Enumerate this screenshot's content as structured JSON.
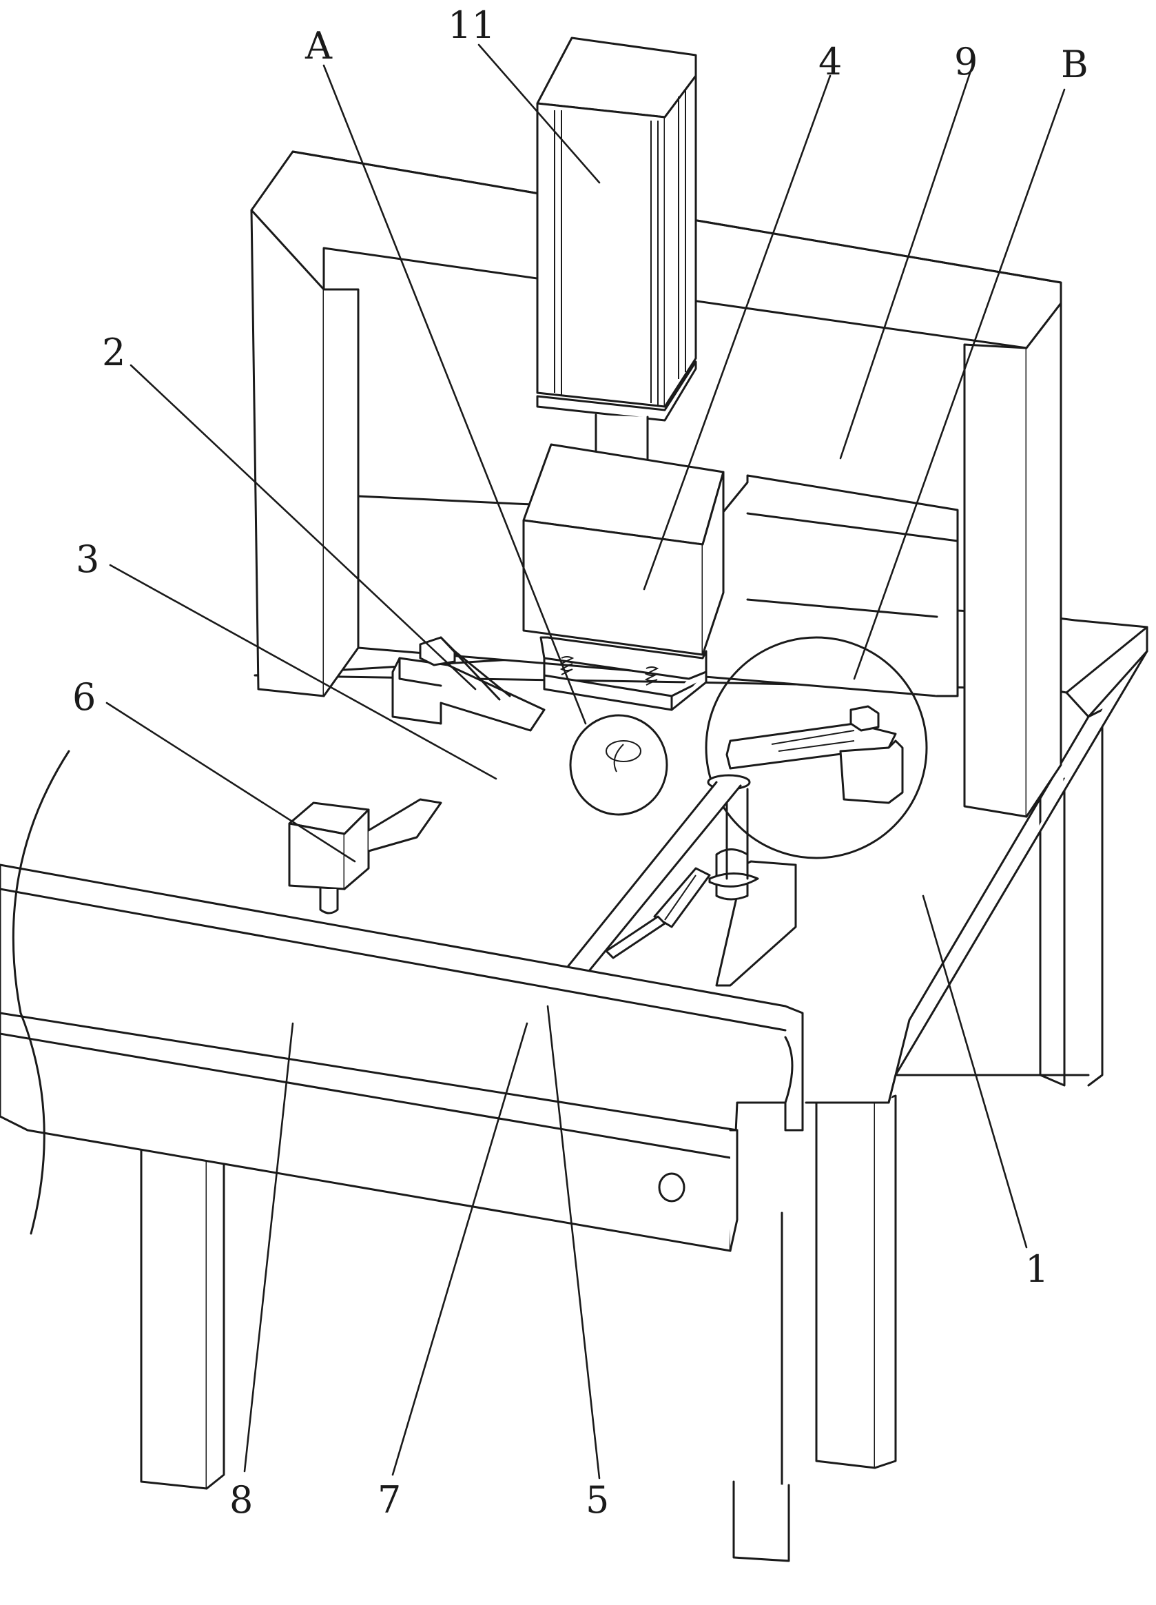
{
  "figure": {
    "callouts": [
      {
        "id": "A",
        "label": "A"
      },
      {
        "id": "11",
        "label": "11"
      },
      {
        "id": "4",
        "label": "4"
      },
      {
        "id": "9",
        "label": "9"
      },
      {
        "id": "B",
        "label": "B"
      },
      {
        "id": "2",
        "label": "2"
      },
      {
        "id": "3",
        "label": "3"
      },
      {
        "id": "6",
        "label": "6"
      },
      {
        "id": "1",
        "label": "1"
      },
      {
        "id": "8",
        "label": "8"
      },
      {
        "id": "7",
        "label": "7"
      },
      {
        "id": "5",
        "label": "5"
      }
    ]
  }
}
